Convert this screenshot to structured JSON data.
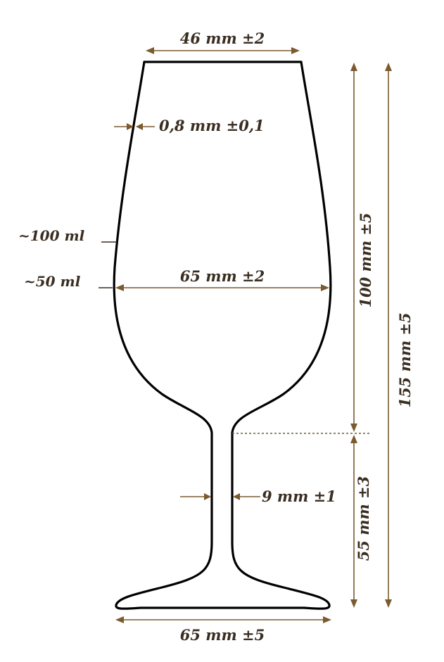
{
  "dimensions": {
    "rim_width": "46 mm ±2",
    "wall_thickness": "0,8 mm ±0,1",
    "bowl_width": "65 mm ±2",
    "stem_width": "9 mm ±1",
    "foot_width": "65 mm ±5",
    "bowl_height": "100 mm ±5",
    "stem_height": "55 mm ±3",
    "total_height": "155 mm ±5"
  },
  "volumes": {
    "upper_mark": "~100 ml",
    "lower_mark": "~50 ml"
  },
  "colors": {
    "outline": "#000000",
    "dimension_line": "#7a5a2e",
    "label_text": "#3a2e22"
  }
}
